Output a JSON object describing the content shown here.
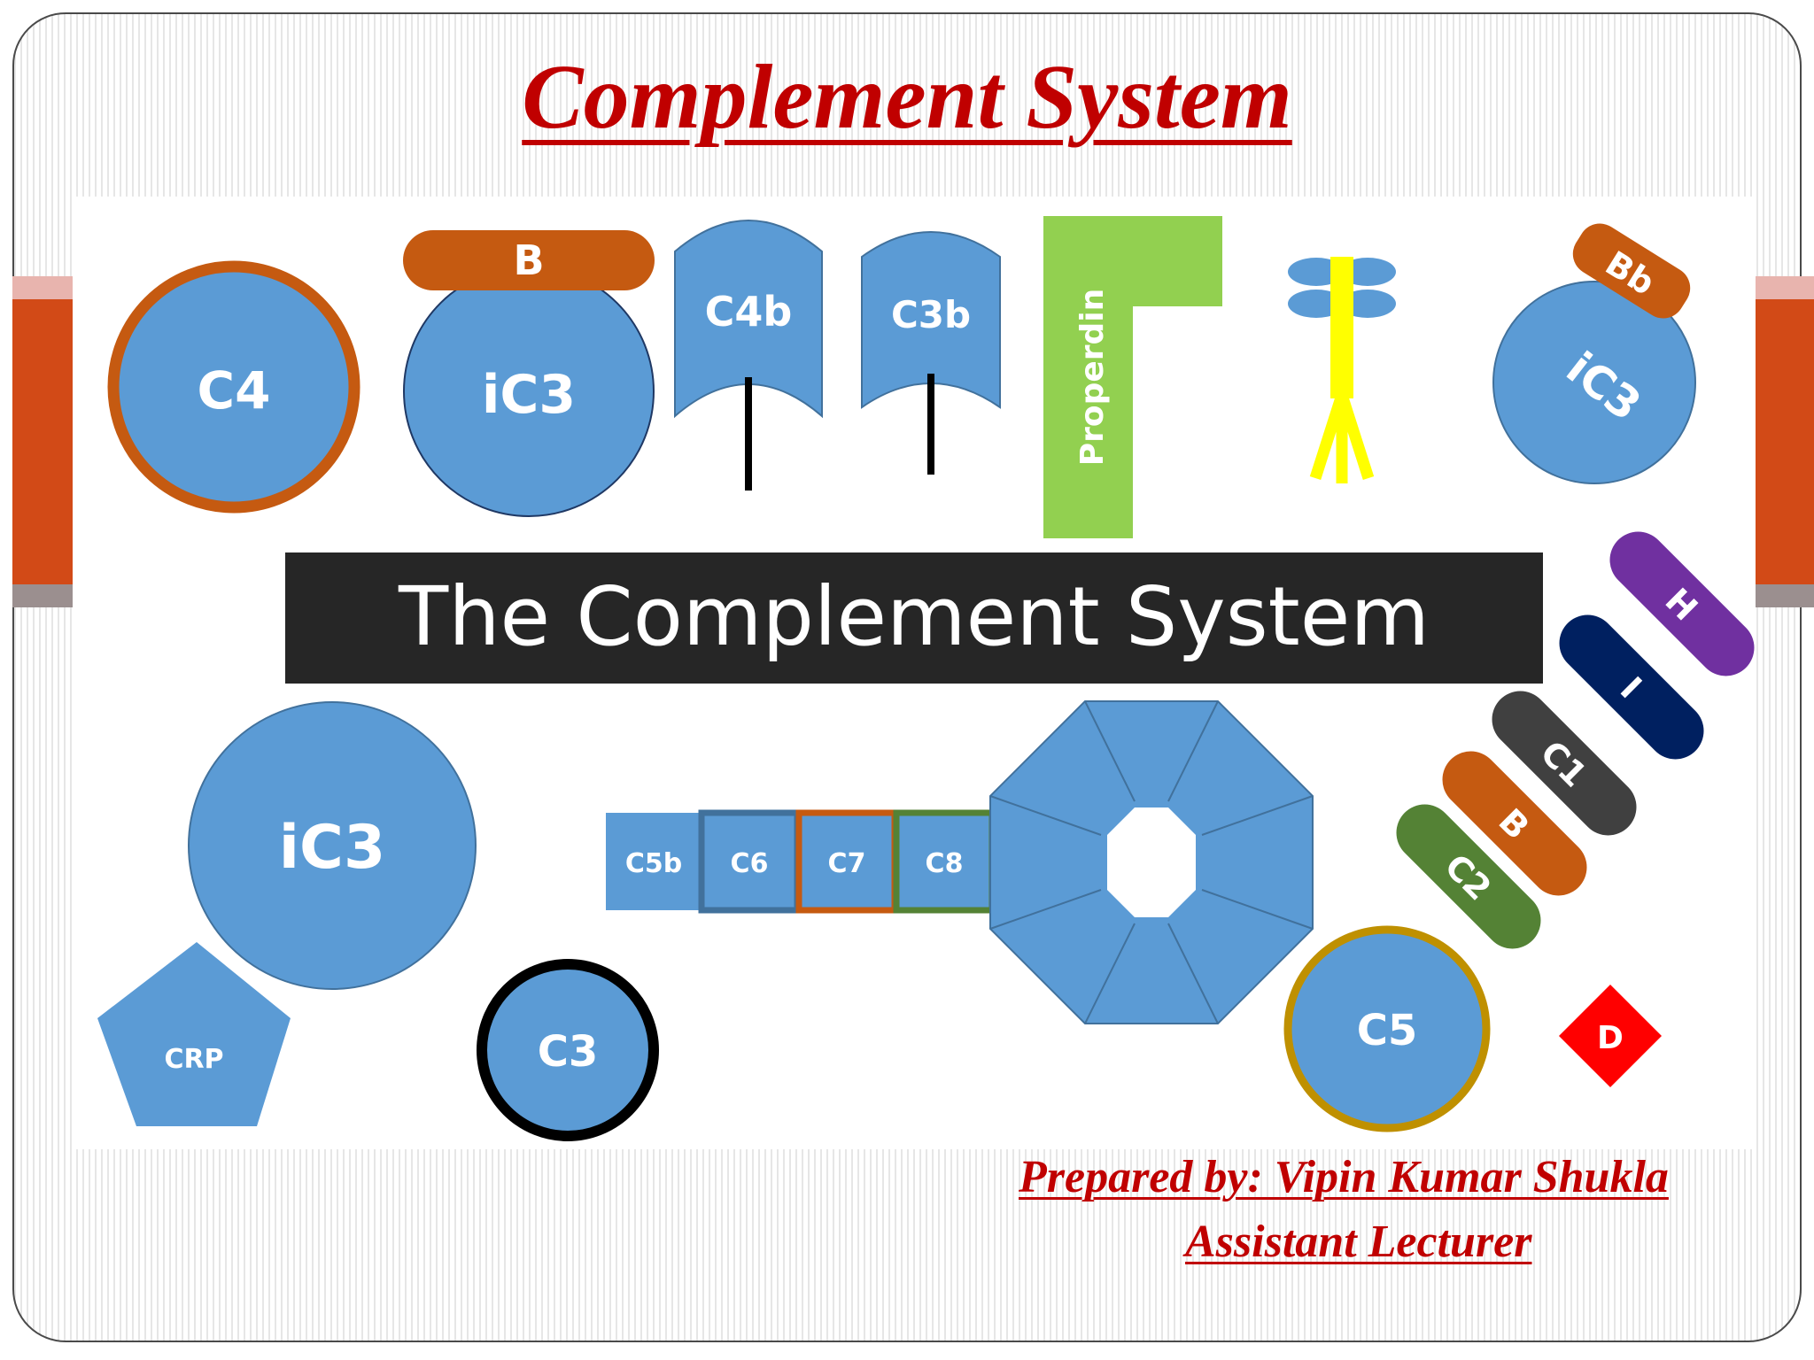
{
  "slide": {
    "title": "Complement System",
    "credit_author": "Prepared by: Vipin Kumar Shukla",
    "credit_role": "Assistant Lecturer"
  },
  "diagram": {
    "banner_text": "The Complement System",
    "labels": {
      "c4": "C4",
      "b_top": "B",
      "ic3_top": "iC3",
      "c4b": "C4b",
      "c3b": "C3b",
      "properdin": "Properdin",
      "bb": "Bb",
      "ic3_tilted": "iC3",
      "h": "H",
      "i": "I",
      "c1": "C1",
      "b_pill": "B",
      "c2": "C2",
      "ic3_large": "iC3",
      "crp": "CRP",
      "c3": "C3",
      "c5b": "C5b",
      "c6": "C6",
      "c7": "C7",
      "c8": "C8",
      "c5": "C5",
      "d": "D"
    }
  },
  "colors": {
    "title_red": "#c00000",
    "protein_blue": "#5b9bd5",
    "orange": "#c55a11",
    "green": "#92d050",
    "yellow": "#ffff00",
    "black_banner": "#262626",
    "purple": "#7030a0",
    "navy": "#002060",
    "dark_gray": "#404040",
    "olive_green": "#548235",
    "gold": "#bf9000",
    "diamond_red": "#ff0000",
    "accent_orange": "#d24a17"
  }
}
